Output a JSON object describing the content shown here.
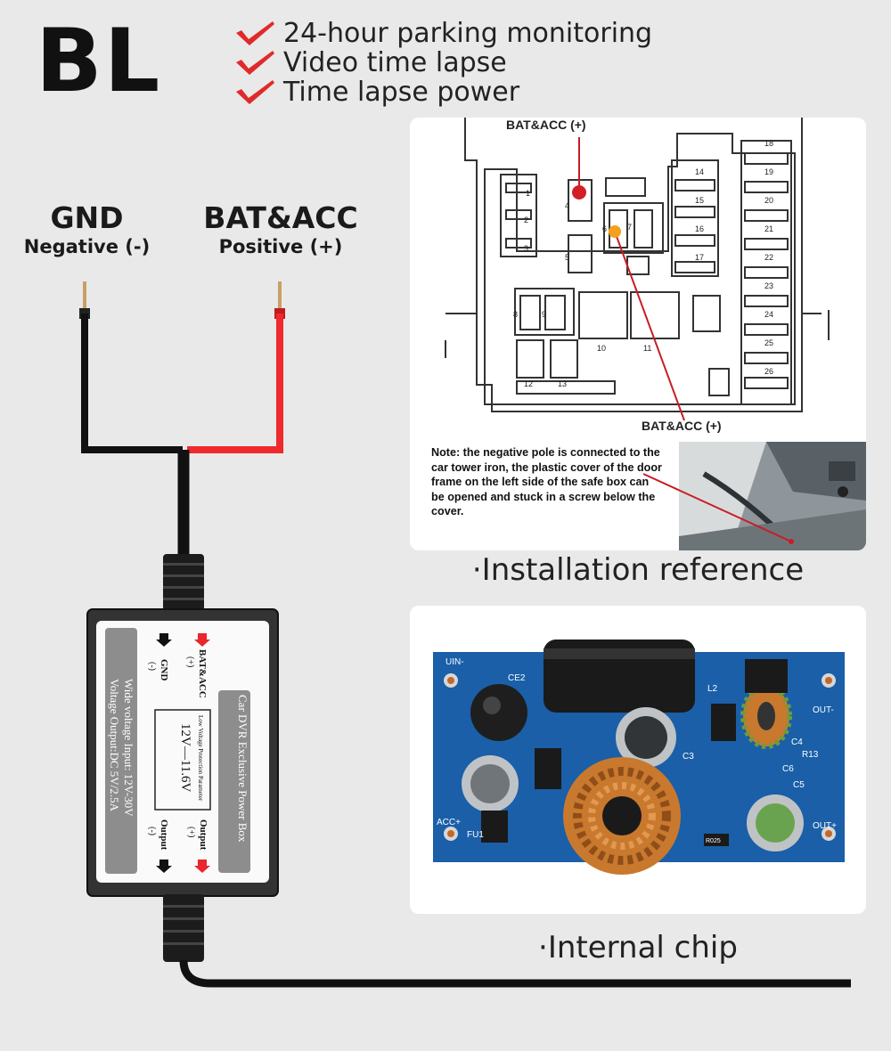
{
  "brand": "BL",
  "features": [
    "24-hour parking monitoring",
    "Video time lapse",
    "Time lapse power"
  ],
  "wires": {
    "gnd": {
      "title": "GND",
      "subtitle": "Negative (-)"
    },
    "bat": {
      "title": "BAT&ACC",
      "subtitle": "Positive (+)"
    }
  },
  "installation": {
    "label_top": "BAT&ACC (+)",
    "label_bottom": "BAT&ACC (+)",
    "fuse_numbers": [
      "1",
      "2",
      "3",
      "4",
      "5",
      "6",
      "7",
      "8",
      "9",
      "10",
      "11",
      "12",
      "13",
      "14",
      "15",
      "16",
      "17",
      "18",
      "19",
      "20",
      "21",
      "22",
      "23",
      "24",
      "25",
      "26"
    ],
    "note": "Note: the negative pole is connected to the car tower iron, the plastic cover of the door frame on the left side of the safe box can be opened and stuck in a screw below the cover.",
    "caption": "·Installation reference"
  },
  "chip": {
    "caption": "·Internal chip",
    "labels": {
      "uin": "UIN-",
      "ce2": "CE2",
      "l2": "L2",
      "out_minus": "OUT-",
      "acc": "ACC+",
      "out_plus": "OUT+",
      "fu1": "FU1",
      "r025": "R025",
      "c3": "C3",
      "c4": "C4",
      "c5": "C5",
      "c6": "C6",
      "r13": "R13"
    }
  },
  "powerbox": {
    "title": "Car DVR Exclusive Power Box",
    "bat_label": "BAT&ACC",
    "bat_sign": "(+)",
    "gnd_label": "GND",
    "gnd_sign": "(-)",
    "output1": "Output",
    "output1_sign": "(+)",
    "output2": "Output",
    "output2_sign": "(-)",
    "protection_label": "Low Voltage Protection Parameter",
    "protection_value": "12V—11.6V",
    "input": "Wide voltage Input: 12V-30V",
    "output": "Voltage Output:DC 5V/2.5A"
  },
  "colors": {
    "red": "#e8262b",
    "black": "#111111",
    "board": "#1a5fa8",
    "copper": "#c8792e"
  }
}
